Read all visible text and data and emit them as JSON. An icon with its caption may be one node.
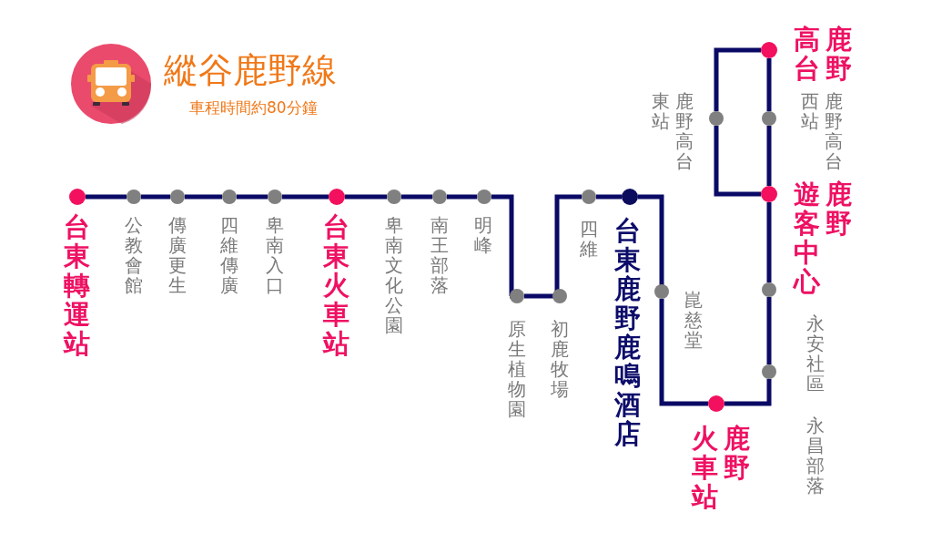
{
  "diagram": {
    "title": "縱谷鹿野線",
    "nodes": [
      {
        "text": [],
        "shape": "circle",
        "beside": [
          "台東轉運站"
        ]
      },
      {
        "text": [],
        "shape": "circle",
        "beside": [
          "公教會館"
        ]
      },
      {
        "text": [],
        "shape": "circle",
        "beside": [
          "傳廣更生"
        ]
      },
      {
        "text": [],
        "shape": "circle",
        "beside": [
          "四維傳廣"
        ]
      },
      {
        "text": [],
        "shape": "circle",
        "beside": [
          "卑南入口"
        ]
      },
      {
        "text": [],
        "shape": "circle",
        "beside": [
          "台東火車站"
        ]
      },
      {
        "text": [],
        "shape": "circle",
        "beside": [
          "卑南文化公園"
        ]
      },
      {
        "text": [],
        "shape": "circle",
        "beside": [
          "南王部落"
        ]
      },
      {
        "text": [],
        "shape": "circle",
        "beside": [
          "明峰"
        ]
      },
      {
        "text": [],
        "shape": "circle",
        "beside": [
          "原生植物園"
        ]
      },
      {
        "text": [],
        "shape": "circle",
        "beside": [
          "初鹿牧場"
        ]
      },
      {
        "text": [],
        "shape": "circle",
        "beside": [
          "四維"
        ]
      },
      {
        "text": [],
        "shape": "circle",
        "beside": [
          "台東鹿野鹿鳴酒店"
        ]
      },
      {
        "text": [],
        "shape": "circle",
        "beside": [
          "崑慈堂"
        ]
      },
      {
        "text": [],
        "shape": "circle",
        "beside": [
          "鹿野火車站"
        ]
      },
      {
        "text": [],
        "shape": "circle",
        "beside": [
          "永昌部落"
        ]
      },
      {
        "text": [],
        "shape": "circle",
        "beside": [
          "永安社區"
        ]
      },
      {
        "text": [],
        "shape": "circle",
        "beside": [
          "鹿野遊客中心"
        ]
      },
      {
        "text": [],
        "shape": "circle",
        "beside": [
          "鹿野高台西站"
        ]
      },
      {
        "text": [],
        "shape": "circle",
        "beside": [
          "鹿野高台"
        ]
      },
      {
        "text": [],
        "shape": "circle",
        "beside": [
          "鹿野高台東站"
        ]
      }
    ],
    "edges": [
      {
        "from": 0,
        "to": 1,
        "arrow": "none"
      },
      {
        "from": 1,
        "to": 2,
        "arrow": "none"
      },
      {
        "from": 2,
        "to": 3,
        "arrow": "none"
      },
      {
        "from": 3,
        "to": 4,
        "arrow": "none"
      },
      {
        "from": 4,
        "to": 5,
        "arrow": "none"
      },
      {
        "from": 5,
        "to": 6,
        "arrow": "none"
      },
      {
        "from": 6,
        "to": 7,
        "arrow": "none"
      },
      {
        "from": 7,
        "to": 8,
        "arrow": "none"
      },
      {
        "from": 8,
        "to": 9,
        "arrow": "none"
      },
      {
        "from": 9,
        "to": 10,
        "arrow": "none"
      },
      {
        "from": 10,
        "to": 11,
        "arrow": "none"
      },
      {
        "from": 11,
        "to": 12,
        "arrow": "none"
      },
      {
        "from": 12,
        "to": 13,
        "arrow": "none"
      },
      {
        "from": 13,
        "to": 14,
        "arrow": "none"
      },
      {
        "from": 14,
        "to": 15,
        "arrow": "none"
      },
      {
        "from": 15,
        "to": 16,
        "arrow": "none"
      },
      {
        "from": 16,
        "to": 17,
        "arrow": "none"
      },
      {
        "from": 17,
        "to": 18,
        "arrow": "none"
      },
      {
        "from": 18,
        "to": 19,
        "arrow": "none"
      },
      {
        "from": 19,
        "to": 20,
        "arrow": "none"
      },
      {
        "from": 20,
        "to": 17,
        "arrow": "none"
      }
    ],
    "labels": [
      "車程時間約80分鐘"
    ]
  }
}
